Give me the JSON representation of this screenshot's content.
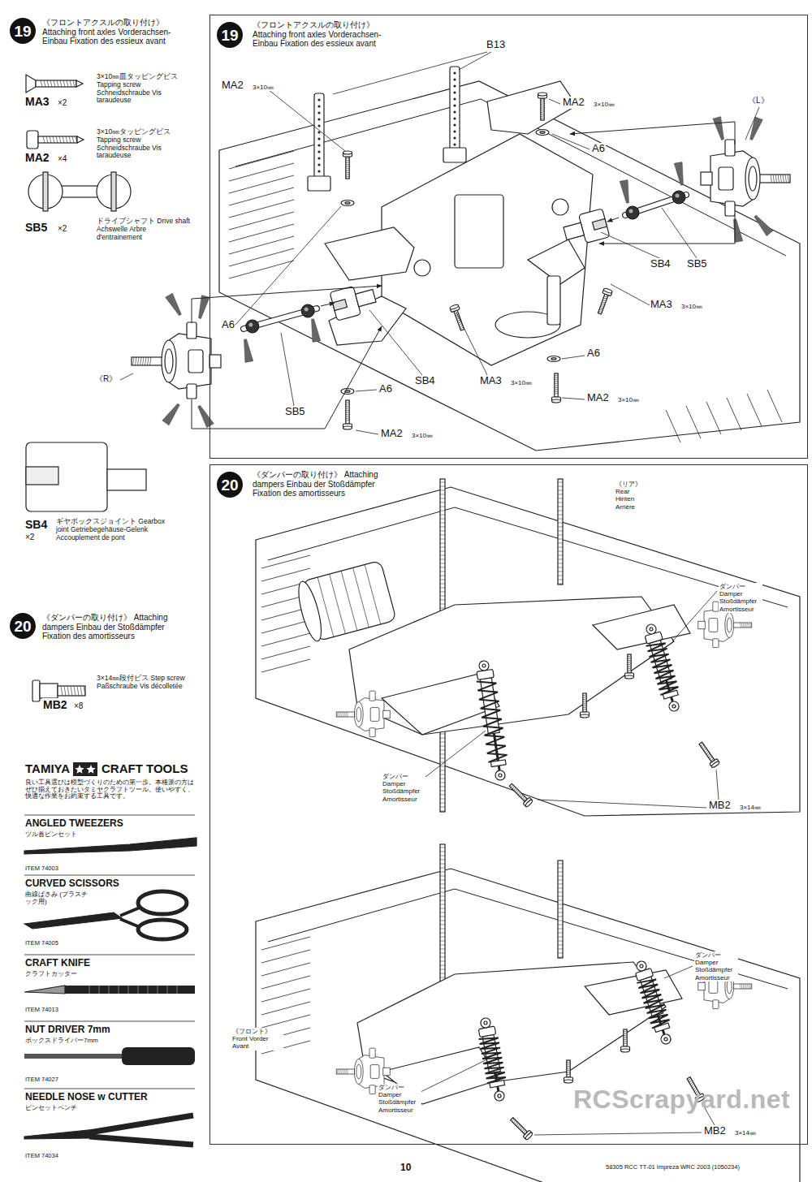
{
  "diagram": {
    "nodes": [
      {
        "text": [
          "19",
          "《フロントアクスルの取り付け》 Attaching front axles Vorderachsen-Einbau Fixation des essieux avant"
        ]
      },
      {
        "text": [
          "《フロントアクスルの取り付け》 Attaching front axles Vorderachsen-Einbau Fixation des essieux avant"
        ]
      },
      {
        "text": [
          "19"
        ],
        "in": 1
      },
      {
        "text": [
          "20",
          "《ダンパーの取り付け》 Attaching dampers Einbau der Stoßdämpfer Fixation des amortisseurs"
        ]
      },
      {
        "text": [
          "《ダンパーの取り付け》 Attaching dampers Einbau der Stoßdämpfer Fixation des amortisseurs"
        ]
      },
      {
        "text": [
          "20"
        ],
        "in": 4
      }
    ],
    "labels": [
      "3×10㎜皿タッピングビス Tapping screw Schneidschraube Vis taraudeuse",
      "MA3",
      "×2",
      "3×10㎜タッピングビス Tapping screw Schneidschraube Vis taraudeuse",
      "MA2",
      "×4",
      "ドライブシャフト Drive shaft Achswelle Arbre d'entrainement",
      "SB5",
      "×2",
      "SB4",
      "×2",
      "ギヤボックスジョイント Gearbox joint Getriebegehäuse-Gelenk Accouplement de pont",
      "3×14㎜段付ビス Step screw Paßschraube Vis décolletée",
      "MB2",
      "×8",
      "TAMIYA",
      "CRAFT TOOLS",
      "良い工具選びは模型づくりのための第一歩。本格派の方はぜひ揃えておきたいタミヤクラフトツール。使いやすく、快適な作業をお約束する工具です。",
      "ANGLED TWEEZERS",
      "ツル首ピンセット",
      "ITEM 74003",
      "CURVED SCISSORS",
      "曲線ばさみ (プラスチック用)",
      "ITEM 74005",
      "CRAFT KNIFE",
      "クラフトカッター",
      "ITEM 74013",
      "NUT DRIVER 7mm",
      "ボックスドライバー7mm",
      "ITEM 74027",
      "NEEDLE NOSE w CUTTER",
      "ピンセットペンチ",
      "ITEM 74034",
      "B13",
      "MA2",
      "3×10㎜",
      "MA2",
      "3×10㎜",
      "A6",
      "《L》",
      "A6",
      "SB4",
      "SB5",
      "MA3",
      "3×10㎜",
      "《R》",
      "SB4",
      "MA3",
      "3×10㎜",
      "A6",
      "MA2",
      "3×10㎜",
      "SB5",
      "A6",
      "MA2",
      "3×10㎜",
      "《リア》 Rear Hinten Arrière",
      "ダンパー Damper Stoßdämpfer Amortisseur",
      "ダンパー Damper Stoßdämpfer Amortisseur",
      "MB2",
      "3×14㎜",
      "ダンパー Damper Stoßdämpfer Amortisseur",
      "《フロント》 Front Vorder Avant",
      "ダンパー Damper Stoßdämpfer Amortisseur",
      "MB2",
      "3×14㎜",
      "10",
      "58305 RCC TT-01 Impreza WRC 2003 (1050234)",
      "RCScrapyard.net"
    ]
  }
}
